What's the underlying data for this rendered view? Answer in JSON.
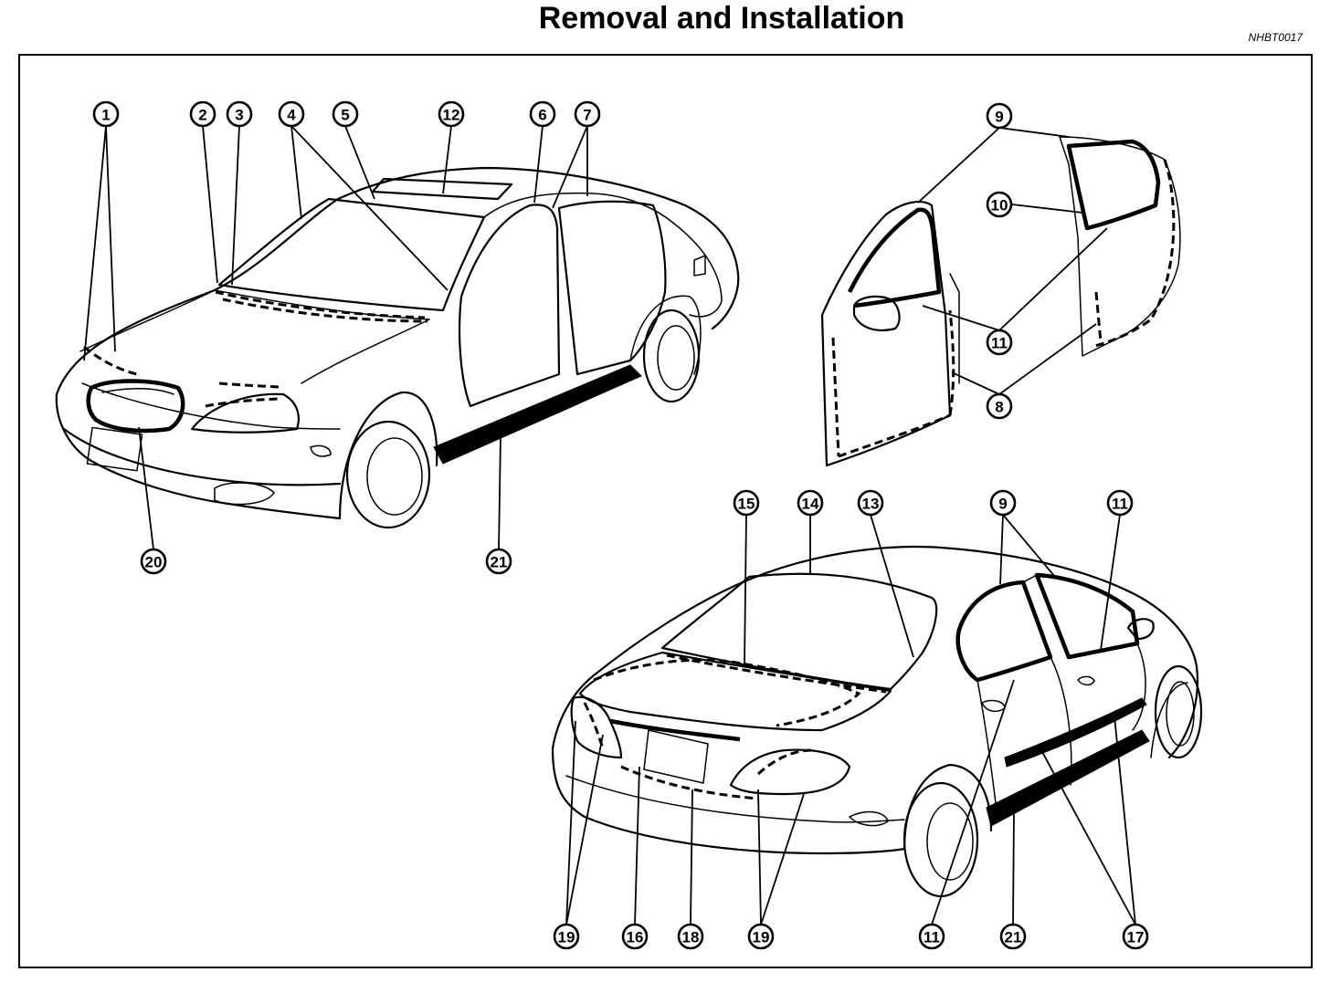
{
  "header": {
    "title": "Removal and Installation",
    "figure_code": "NHBT0017"
  },
  "callouts": {
    "c1": "1",
    "c2": "2",
    "c3": "3",
    "c4": "4",
    "c5": "5",
    "c6": "6",
    "c7": "7",
    "c8": "8",
    "c9a": "9",
    "c9b": "9",
    "c10": "10",
    "c11a": "11",
    "c11b": "11",
    "c11c": "11",
    "c12": "12",
    "c13": "13",
    "c14": "14",
    "c15": "15",
    "c16": "16",
    "c17": "17",
    "c18": "18",
    "c19a": "19",
    "c19b": "19",
    "c20": "20",
    "c21a": "21",
    "c21b": "21"
  }
}
